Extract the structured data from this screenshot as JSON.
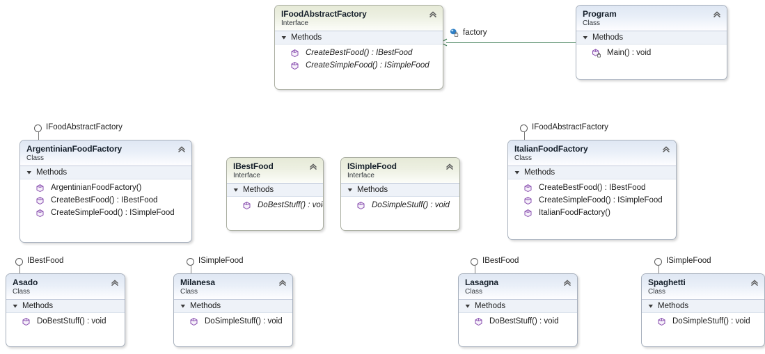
{
  "diagram": {
    "kind": "uml-class-diagram",
    "background": "#ffffff",
    "colors": {
      "class_header": "#dfe7f3",
      "interface_header": "#e6ead7",
      "method_icon": "#8a50b0",
      "association_line": "#3f7d56",
      "field_icon": "#2e7ec4",
      "compartment_band": "#eef2f8",
      "node_border": "#9aa5b1"
    },
    "labels": {
      "methods_compartment": "Methods",
      "stereotype_class": "Class",
      "stereotype_interface": "Interface"
    },
    "nodes": [
      {
        "id": "ifoodabstractfactory",
        "title": "IFoodAbstractFactory",
        "stereotype": "Interface",
        "kind": "interface",
        "compartment": "Methods",
        "members": [
          "CreateBestFood() : IBestFood",
          "CreateSimpleFood() : ISimpleFood"
        ]
      },
      {
        "id": "program",
        "title": "Program",
        "stereotype": "Class",
        "kind": "class",
        "compartment": "Methods",
        "members": [
          "Main() : void"
        ]
      },
      {
        "id": "argentinianfoodfactory",
        "title": "ArgentinianFoodFactory",
        "stereotype": "Class",
        "kind": "class",
        "compartment": "Methods",
        "realizes": "IFoodAbstractFactory",
        "members": [
          "ArgentinianFoodFactory()",
          "CreateBestFood() : IBestFood",
          "CreateSimpleFood() : ISimpleFood"
        ]
      },
      {
        "id": "ibestfood",
        "title": "IBestFood",
        "stereotype": "Interface",
        "kind": "interface",
        "compartment": "Methods",
        "members": [
          "DoBestStuff() : void"
        ]
      },
      {
        "id": "isimplefood",
        "title": "ISimpleFood",
        "stereotype": "Interface",
        "kind": "interface",
        "compartment": "Methods",
        "members": [
          "DoSimpleStuff() : void"
        ]
      },
      {
        "id": "italianfoodfactory",
        "title": "ItalianFoodFactory",
        "stereotype": "Class",
        "kind": "class",
        "compartment": "Methods",
        "realizes": "IFoodAbstractFactory",
        "members": [
          "CreateBestFood() : IBestFood",
          "CreateSimpleFood() : ISimpleFood",
          "ItalianFoodFactory()"
        ]
      },
      {
        "id": "asado",
        "title": "Asado",
        "stereotype": "Class",
        "kind": "class",
        "compartment": "Methods",
        "realizes": "IBestFood",
        "members": [
          "DoBestStuff() : void"
        ]
      },
      {
        "id": "milanesa",
        "title": "Milanesa",
        "stereotype": "Class",
        "kind": "class",
        "compartment": "Methods",
        "realizes": "ISimpleFood",
        "members": [
          "DoSimpleStuff() : void"
        ]
      },
      {
        "id": "lasagna",
        "title": "Lasagna",
        "stereotype": "Class",
        "kind": "class",
        "compartment": "Methods",
        "realizes": "IBestFood",
        "members": [
          "DoBestStuff() : void"
        ]
      },
      {
        "id": "spaghetti",
        "title": "Spaghetti",
        "stereotype": "Class",
        "kind": "class",
        "compartment": "Methods",
        "realizes": "ISimpleFood",
        "members": [
          "DoSimpleStuff() : void"
        ]
      }
    ],
    "associations": [
      {
        "id": "program-factory",
        "label": "factory",
        "from": "program",
        "to": "ifoodabstractfactory",
        "arrow": "open"
      }
    ]
  }
}
